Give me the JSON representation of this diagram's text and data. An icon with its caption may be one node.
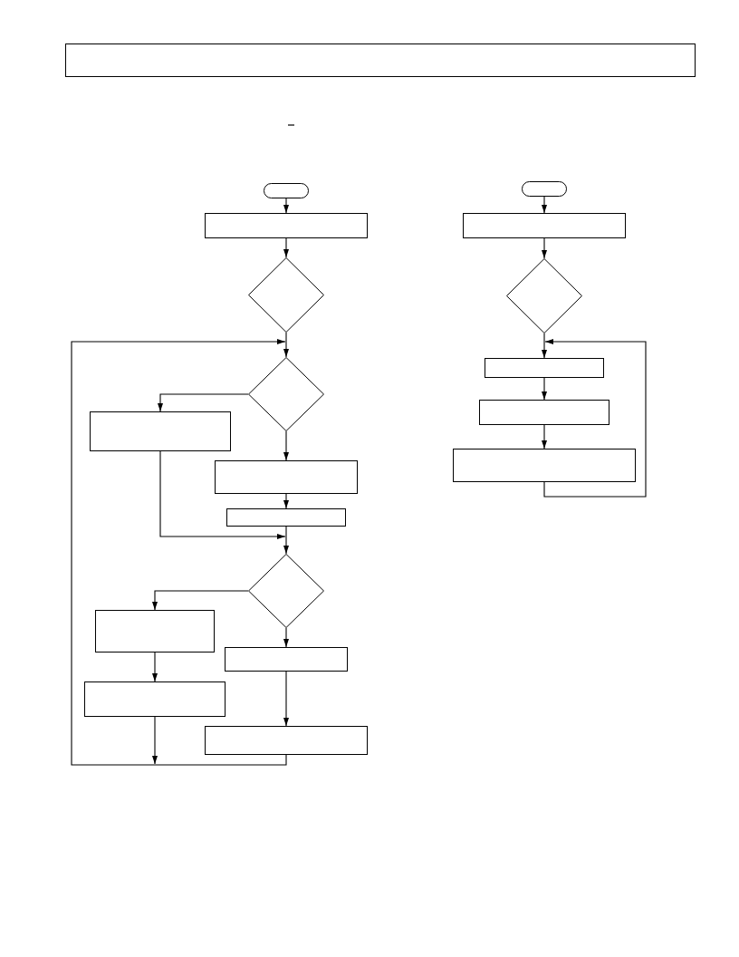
{
  "diagram": {
    "nodes": [
      {
        "text": [],
        "shape": "box"
      },
      {
        "text": [],
        "shape": "oval"
      },
      {
        "text": [],
        "shape": "box"
      },
      {
        "text": [],
        "shape": "diamond"
      },
      {
        "text": [],
        "shape": "diamond"
      },
      {
        "text": [],
        "shape": "box"
      },
      {
        "text": [],
        "shape": "box"
      },
      {
        "text": [],
        "shape": "box"
      },
      {
        "text": [],
        "shape": "diamond"
      },
      {
        "text": [],
        "shape": "box"
      },
      {
        "text": [],
        "shape": "box"
      },
      {
        "text": [],
        "shape": "box"
      },
      {
        "text": [],
        "shape": "box"
      },
      {
        "text": [],
        "shape": "oval"
      },
      {
        "text": [],
        "shape": "box"
      },
      {
        "text": [],
        "shape": "diamond"
      },
      {
        "text": [],
        "shape": "box"
      },
      {
        "text": [],
        "shape": "box"
      },
      {
        "text": [],
        "shape": "box"
      }
    ],
    "edges": [
      {
        "from": 1,
        "to": 2,
        "arrow": "to"
      },
      {
        "from": 2,
        "to": 3,
        "arrow": "to"
      },
      {
        "from": 3,
        "to": 4,
        "arrow": "to"
      },
      {
        "from": 4,
        "to": 5,
        "arrow": "to"
      },
      {
        "from": 4,
        "to": 6,
        "arrow": "to"
      },
      {
        "from": 6,
        "to": 7,
        "arrow": "to"
      },
      {
        "from": 7,
        "to": 8,
        "arrow": "to"
      },
      {
        "from": 5,
        "to": 8,
        "arrow": "to"
      },
      {
        "from": 8,
        "to": 9,
        "arrow": "to"
      },
      {
        "from": 8,
        "to": 10,
        "arrow": "to"
      },
      {
        "from": 9,
        "to": 11,
        "arrow": "to"
      },
      {
        "from": 10,
        "to": 12,
        "arrow": "to"
      },
      {
        "from": 11,
        "to": 4,
        "arrow": "to"
      },
      {
        "from": 12,
        "to": 4,
        "arrow": "to"
      },
      {
        "from": 13,
        "to": 14,
        "arrow": "to"
      },
      {
        "from": 14,
        "to": 15,
        "arrow": "to"
      },
      {
        "from": 15,
        "to": 16,
        "arrow": "to"
      },
      {
        "from": 16,
        "to": 17,
        "arrow": "to"
      },
      {
        "from": 17,
        "to": 18,
        "arrow": "to"
      },
      {
        "from": 18,
        "to": 16,
        "arrow": "to"
      }
    ]
  }
}
